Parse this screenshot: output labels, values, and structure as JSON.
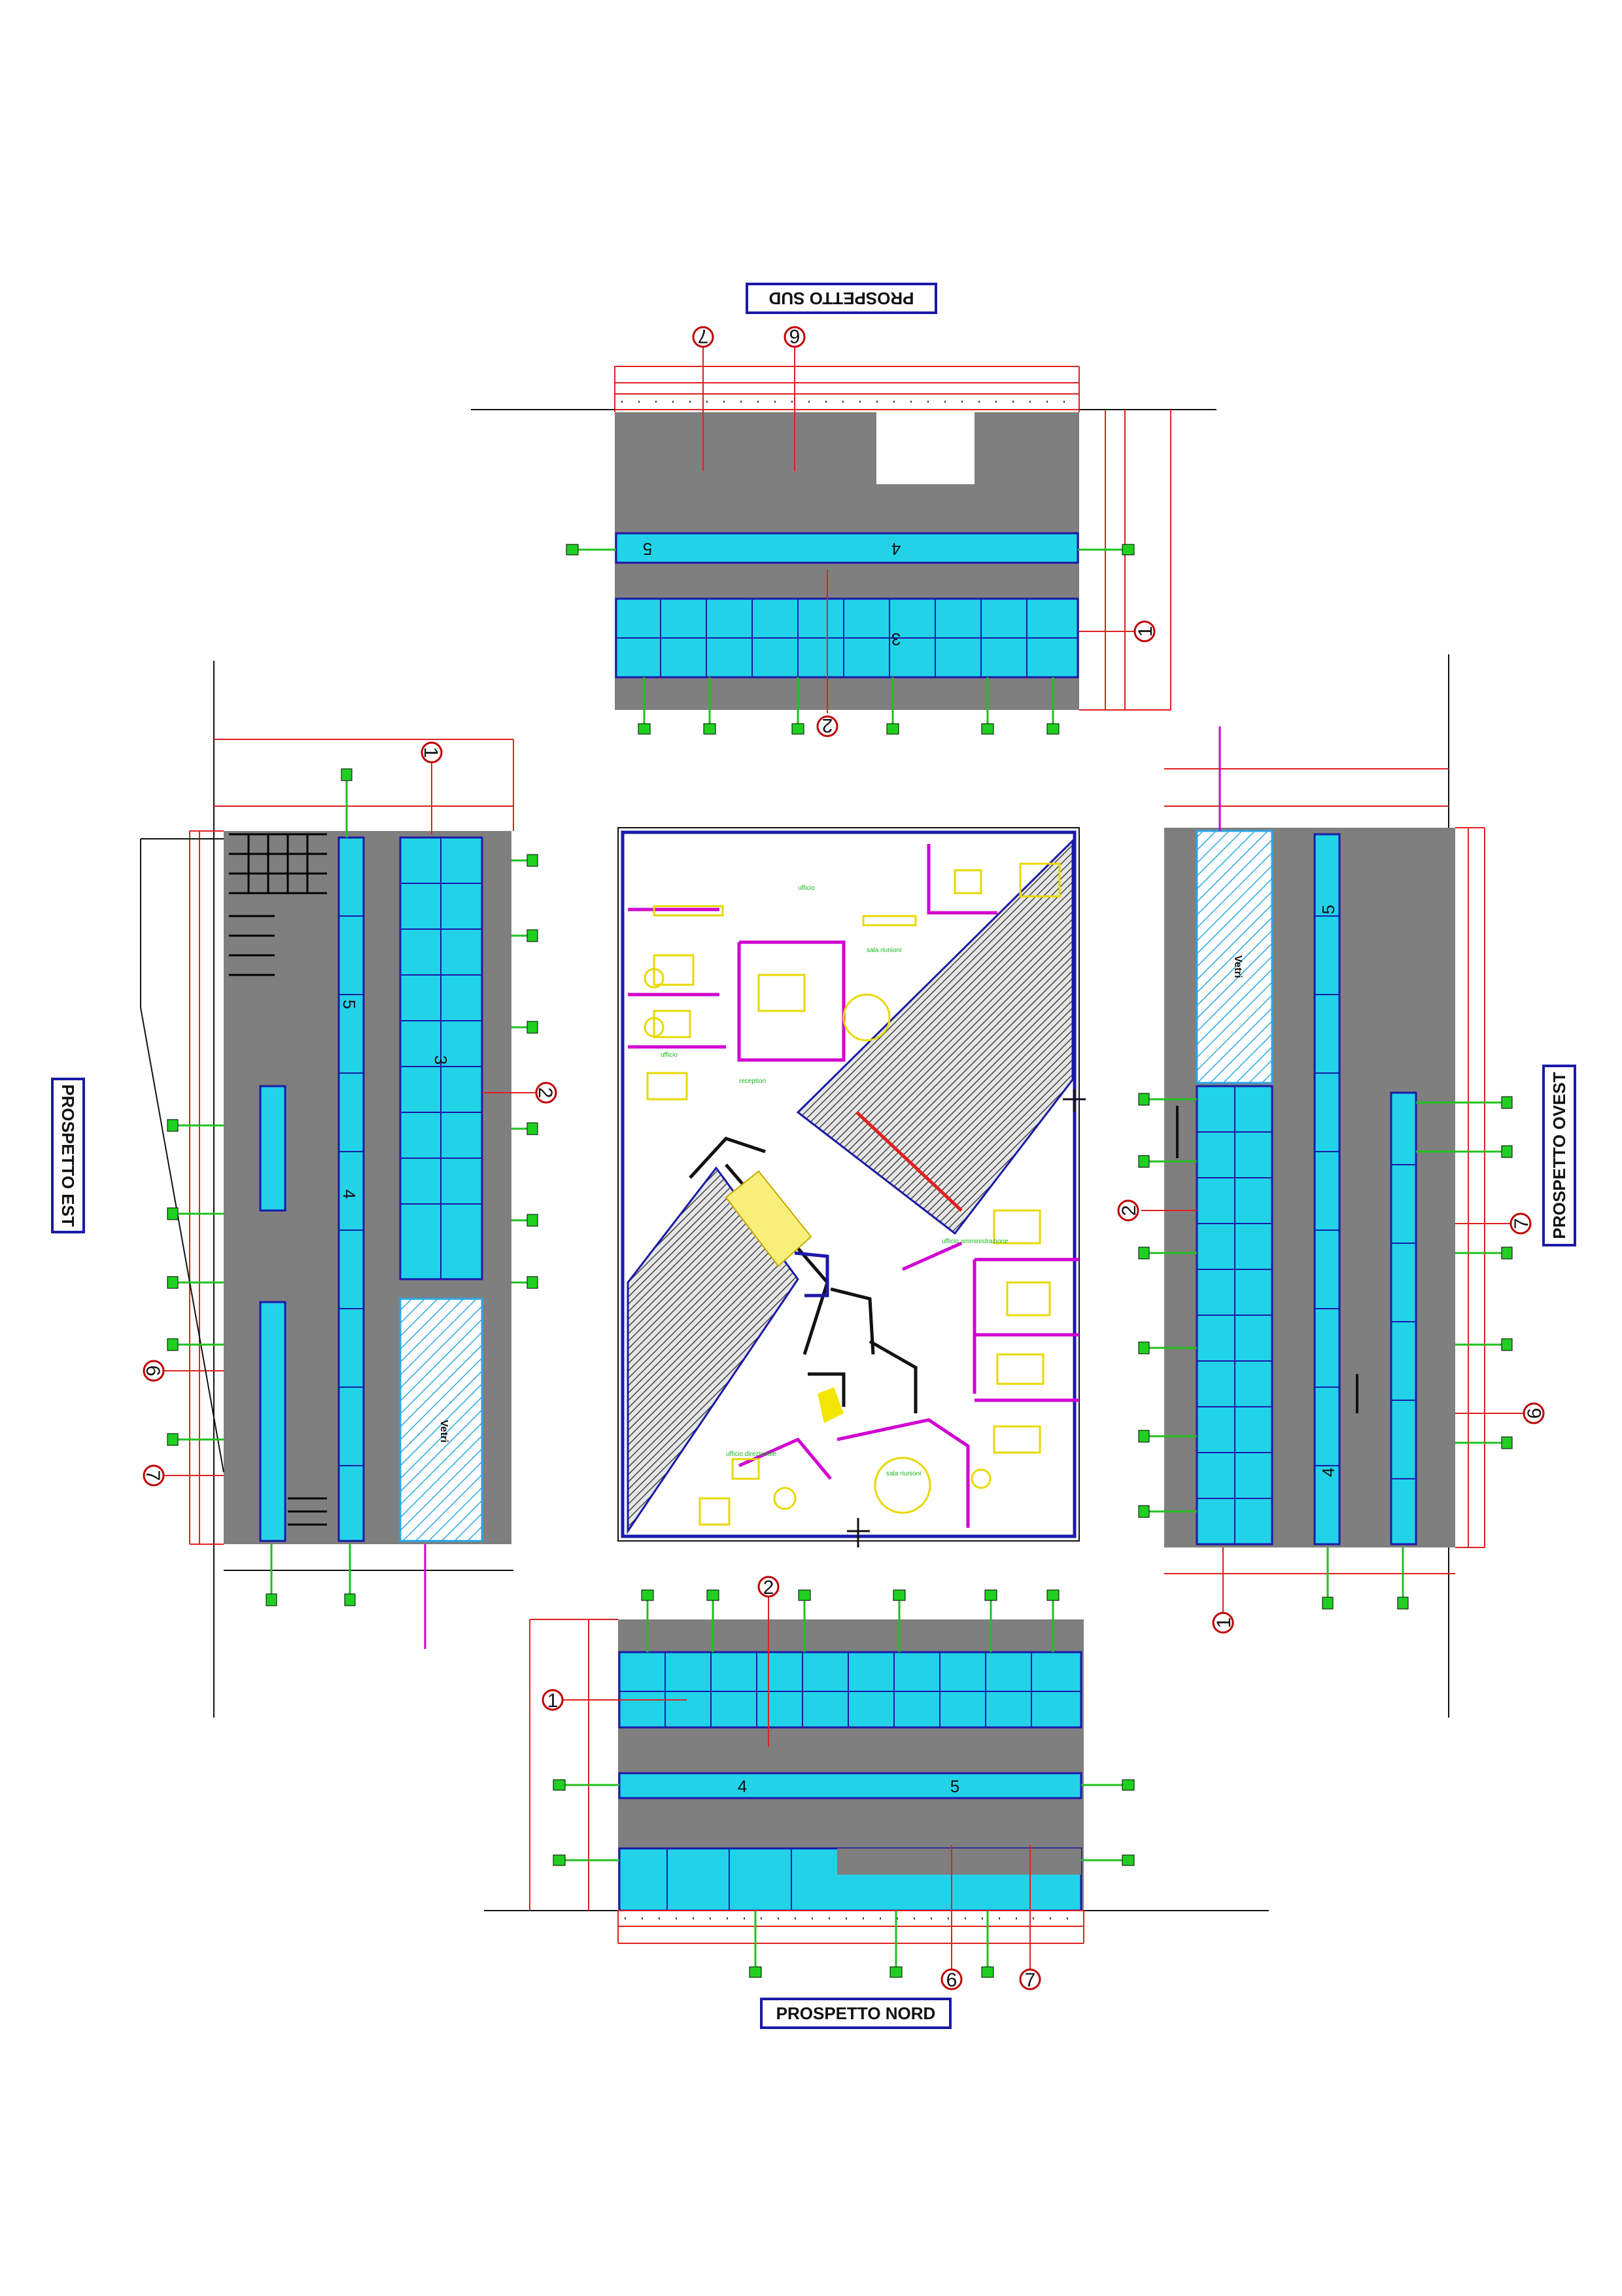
{
  "views": {
    "sud": {
      "title": "PROSPETTO SUD"
    },
    "est": {
      "title": "PROSPETTO EST"
    },
    "ovest": {
      "title": "PROSPETTO OVEST"
    },
    "nord": {
      "title": "PROSPETTO NORD"
    }
  },
  "callouts": [
    "1",
    "2",
    "3",
    "4",
    "5",
    "6",
    "7"
  ],
  "labels": {
    "glass": "Vetri"
  },
  "rooms": [
    "ufficio",
    "sala riunioni",
    "ufficio",
    "reception",
    "ufficio direzionale",
    "sala riunioni",
    "ufficio amministrazione"
  ],
  "colors": {
    "wall": "#7f7f7f",
    "glass": "#22d3e8",
    "dimension": "#e02020",
    "leader": "#20c020",
    "frame": "#1a1aa8",
    "furniture": "#f2e600",
    "partition": "#d000d0"
  }
}
